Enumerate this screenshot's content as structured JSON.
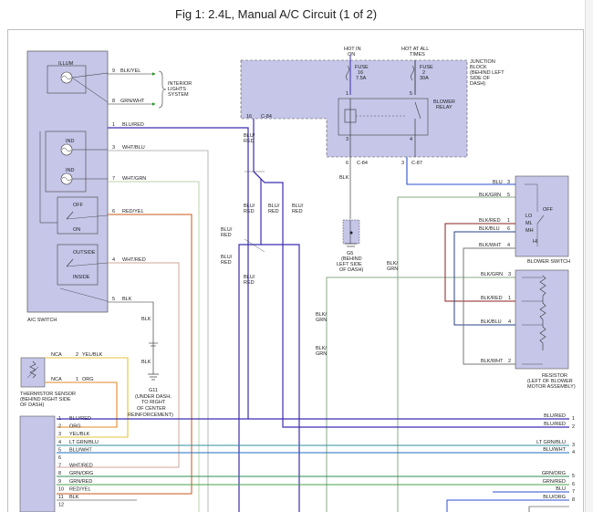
{
  "title": "Fig 1: 2.4L, Manual A/C Circuit (1 of 2)",
  "colors": {
    "blu_red": "#3b2db0",
    "wht_blu": "#b8b8b8",
    "wht_grn": "#b9d3a8",
    "red_yel": "#c8561e",
    "wht_red": "#cfa79b",
    "blk": "#222222",
    "yel_blk": "#e5c33a",
    "org": "#e08a2a",
    "lt_grn_blu": "#2f8fa2",
    "blu_wht": "#1e6fc0",
    "grn_org": "#2e8b57",
    "grn_red": "#4aa04a",
    "blu": "#2a4fd0",
    "blk_grn": "#8aa88a",
    "blk_red": "#8a2020",
    "blk_blu": "#28408a",
    "blk_wht": "#777777",
    "component_fill": "#c5c6e8",
    "arrow_green": "#1a9a1a"
  },
  "ac_switch": {
    "label": "A/C SWITCH",
    "illum": "ILLUM",
    "ind1": "IND",
    "ind2": "IND",
    "off": "OFF",
    "on": "ON",
    "outside": "OUTSIDE",
    "inside": "INSIDE",
    "pins": [
      {
        "num": "9",
        "wire": "BLK/YEL"
      },
      {
        "num": "8",
        "wire": "GRN/WHT"
      },
      {
        "num": "1",
        "wire": "BLU/RED"
      },
      {
        "num": "3",
        "wire": "WHT/BLU"
      },
      {
        "num": "7",
        "wire": "WHT/GRN"
      },
      {
        "num": "6",
        "wire": "RED/YEL"
      },
      {
        "num": "4",
        "wire": "WHT/RED"
      },
      {
        "num": "5",
        "wire": "BLK"
      }
    ]
  },
  "interior_lights": [
    "INTERIOR",
    "LIGHTS",
    "SYSTEM"
  ],
  "junction_block": {
    "label": [
      "JUNCTION",
      "BLOCK",
      "(BEHIND LEFT",
      "SIDE OF",
      "DASH)"
    ],
    "hot_in_on": [
      "HOT IN",
      "ON"
    ],
    "hot_at_all_times": [
      "HOT AT ALL",
      "TIMES"
    ],
    "fuse16": [
      "FUSE",
      "16",
      "7.5A"
    ],
    "fuse2": [
      "FUSE",
      "2",
      "30A"
    ],
    "blower_relay": [
      "BLOWER",
      "RELAY"
    ],
    "pins": {
      "p1": "1",
      "p5": "5",
      "p3": "3",
      "p4": "4",
      "p16": "16",
      "p6": "6",
      "p3b": "3"
    },
    "connectors": {
      "c84a": "C-84",
      "c84b": "C-84",
      "c87": "C-87"
    }
  },
  "blower_switch": {
    "label": "BLOWER SWITCH",
    "off": "OFF",
    "lo": "LO",
    "ml": "ML",
    "mh": "MH",
    "hi": "HI",
    "pins": [
      {
        "num": "3",
        "wire": "BLU"
      },
      {
        "num": "5",
        "wire": "BLK/GRN"
      },
      {
        "num": "1",
        "wire": "BLK/RED"
      },
      {
        "num": "6",
        "wire": "BLK/BLU"
      },
      {
        "num": "4",
        "wire": "BLK/WHT"
      }
    ]
  },
  "resistor": {
    "label": [
      "RESISTOR",
      "(LEFT OF BLOWER",
      "MOTOR ASSEMBLY)"
    ],
    "pins": [
      {
        "num": "3",
        "wire": "BLK/GRN"
      },
      {
        "num": "1",
        "wire": "BLK/RED"
      },
      {
        "num": "4",
        "wire": "BLK/BLU"
      },
      {
        "num": "2",
        "wire": "BLK/WHT"
      }
    ]
  },
  "ground_g5": [
    "G5",
    "(BEHIND",
    "LEFT SIDE",
    "OF DASH)"
  ],
  "ground_g11": [
    "G11",
    "(UNDER DASH,",
    "TO RIGHT",
    "OF CENTER",
    "REINFORCEMENT)"
  ],
  "thermistor": {
    "label": [
      "THERMISTOR SENSOR",
      "(BEHIND RIGHT SIDE",
      "OF DASH)"
    ],
    "nca1": "NCA",
    "nca2": "NCA",
    "pin2": "2",
    "pin1": "1",
    "wire1": "YEL/BLK",
    "wire2": "ORG"
  },
  "vertical_labels": {
    "blk": "BLK",
    "blu_red_a": [
      "BLU/",
      "RED"
    ],
    "blu_red_b": [
      "BLU/",
      "RED"
    ],
    "blu_red_c": [
      "BLU/",
      "RED"
    ],
    "blu_red_d": [
      "BLU/",
      "RED"
    ],
    "blu_red_e": [
      "BLU/",
      "RED"
    ],
    "blk_g5": "BLK",
    "blk_grn_a": [
      "BLK/",
      "GRN"
    ],
    "blk_grn_b": [
      "BLK/",
      "GRN"
    ],
    "blk_grn_c": [
      "BLK/",
      "GRN"
    ],
    "blk_sw_a": "BLK",
    "blk_sw_b": "BLK"
  },
  "bottom_connector": {
    "rows": [
      {
        "num": "1",
        "wire": "BLU/RED"
      },
      {
        "num": "2",
        "wire": "ORG"
      },
      {
        "num": "3",
        "wire": "YEL/BLK"
      },
      {
        "num": "4",
        "wire": "LT GRN/BLU"
      },
      {
        "num": "5",
        "wire": "BLU/WHT"
      },
      {
        "num": "6",
        "wire": ""
      },
      {
        "num": "7",
        "wire": "WHT/RED"
      },
      {
        "num": "8",
        "wire": "GRN/ORG"
      },
      {
        "num": "9",
        "wire": "GRN/RED"
      },
      {
        "num": "10",
        "wire": "RED/YEL"
      },
      {
        "num": "11",
        "wire": "BLK"
      },
      {
        "num": "12",
        "wire": ""
      }
    ],
    "right_labels": [
      {
        "wire": "BLU/RED",
        "num": "1"
      },
      {
        "wire": "BLU/RED",
        "num": "2"
      },
      {
        "wire": "LT GRN/BLU",
        "num": "3"
      },
      {
        "wire": "BLU/WHT",
        "num": "4"
      },
      {
        "wire": "GRN/ORG",
        "num": "5"
      },
      {
        "wire": "GRN/RED",
        "num": "6"
      },
      {
        "wire": "BLU",
        "num": "7"
      },
      {
        "wire": "BLU/ORG",
        "num": "8"
      }
    ]
  }
}
